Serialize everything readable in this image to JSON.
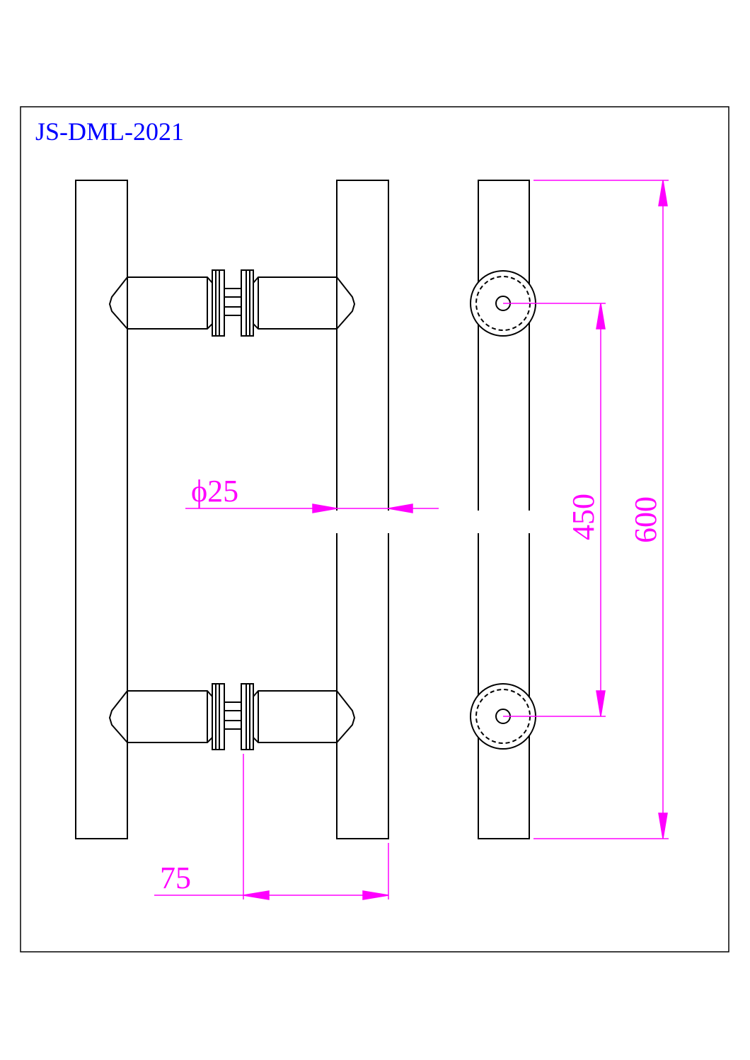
{
  "drawing": {
    "title": "JS-DML-2021",
    "diameter_label": "ϕ25",
    "projection_label": "75",
    "hole_spacing_label": "450",
    "length_label": "600"
  },
  "colors": {
    "line": "#000000",
    "dimension": "#ff00ff",
    "title": "#0000ff",
    "background": "#ffffff"
  }
}
